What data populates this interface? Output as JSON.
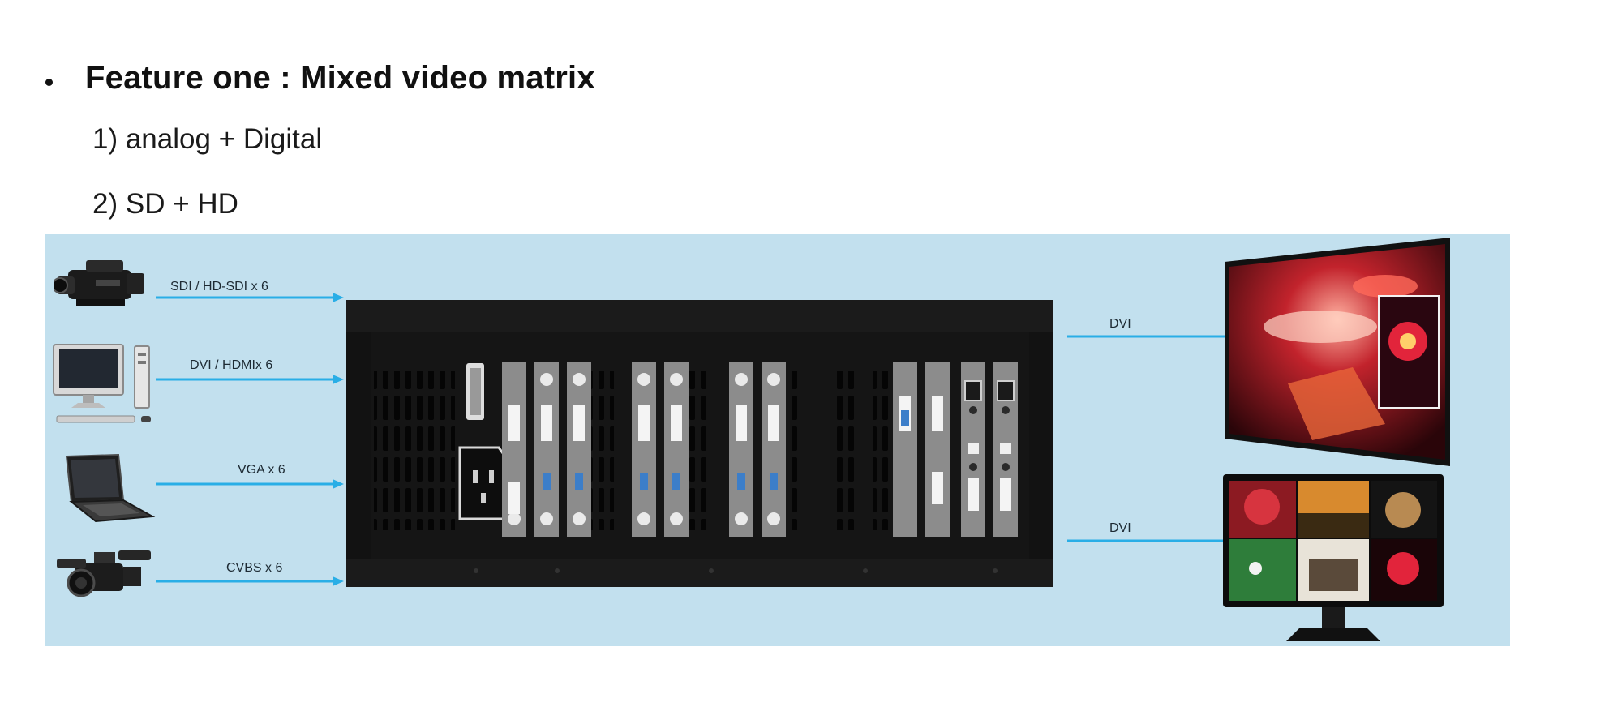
{
  "heading": {
    "bullet": "•",
    "title": "Feature one : Mixed video matrix"
  },
  "features": [
    {
      "text": "1) analog + Digital"
    },
    {
      "text": "2) SD + HD"
    }
  ],
  "diagram": {
    "inputs": [
      {
        "label": "SDI / HD-SDI x 6",
        "icon": "camcorder-icon"
      },
      {
        "label": "DVI / HDMIx 6",
        "icon": "desktop-pc-icon"
      },
      {
        "label": "VGA x 6",
        "icon": "laptop-icon"
      },
      {
        "label": "CVBS x 6",
        "icon": "handheld-camcorder-icon"
      }
    ],
    "outputs": [
      {
        "label": "DVI",
        "icon": "display-wall-icon"
      },
      {
        "label": "DVI",
        "icon": "monitor-icon"
      }
    ],
    "colors": {
      "panel_bg": "#c2e0ee",
      "arrow": "#29aee6",
      "chassis": "#141414",
      "card": "#8c8c8c"
    }
  }
}
